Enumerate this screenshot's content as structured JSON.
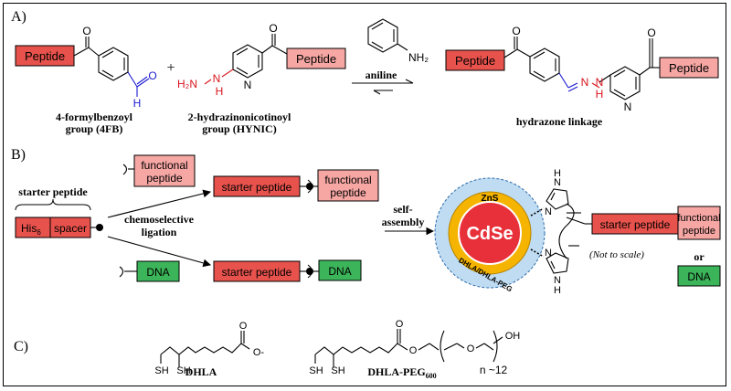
{
  "panels": {
    "a": "A)",
    "b": "B)",
    "c": "C)"
  },
  "colors": {
    "peptide_dark": "#e8524c",
    "peptide_light": "#f6a7a4",
    "dna_green": "#3cb55a",
    "aldehyde_blue": "#1a1ad0",
    "hydrazine_red": "#d8141c",
    "cdse_core": "#e8303a",
    "zns_shell": "#f5b400",
    "ligand_cloud": "#bfdcf2"
  },
  "panel_a": {
    "peptide": "Peptide",
    "plus": "+",
    "aldehyde_o": "O",
    "aldehyde_h": "H",
    "carbonyl_o": "O",
    "hynic_n": "N",
    "hynic_h2n": "H₂N",
    "hynic_nh": "N",
    "hynic_nh_h": "H",
    "aniline_nh2": "NH₂",
    "reagent": "aniline",
    "fb_label_line1": "4-formylbenzoyl",
    "fb_label_line2": "group (4FB)",
    "hynic_label_line1": "2-hydrazinonicotinoyl",
    "hynic_label_line2": "group (HYNIC)",
    "product_label": "hydrazone linkage",
    "product_n1": "N",
    "product_n2": "N",
    "product_h": "H",
    "product_ring_n": "N"
  },
  "panel_b": {
    "starter_peptide_caption": "starter peptide",
    "his": "His",
    "his_sub": "6",
    "spacer": "spacer",
    "functional_line1": "functional",
    "functional_line2": "peptide",
    "dna": "DNA",
    "starter_peptide": "starter peptide",
    "ligation_line1": "chemoselective",
    "ligation_line2": "ligation",
    "assembly_line1": "self-",
    "assembly_line2": "assembly",
    "zns": "ZnS",
    "cdse": "CdSe",
    "ligand_shell": "DHLA/DHLA-PEG",
    "imidazole_n": "N",
    "imidazole_nh": "N",
    "imidazole_h": "H",
    "not_to_scale": "(Not to scale)",
    "or": "or"
  },
  "panel_c": {
    "dhla_name": "DHLA",
    "dhla_peg_name": "DHLA-PEG",
    "dhla_peg_sub": "600",
    "sh": "SH",
    "o": "O",
    "o_minus": "O-",
    "oh": "OH",
    "repeat": "n ~12"
  }
}
